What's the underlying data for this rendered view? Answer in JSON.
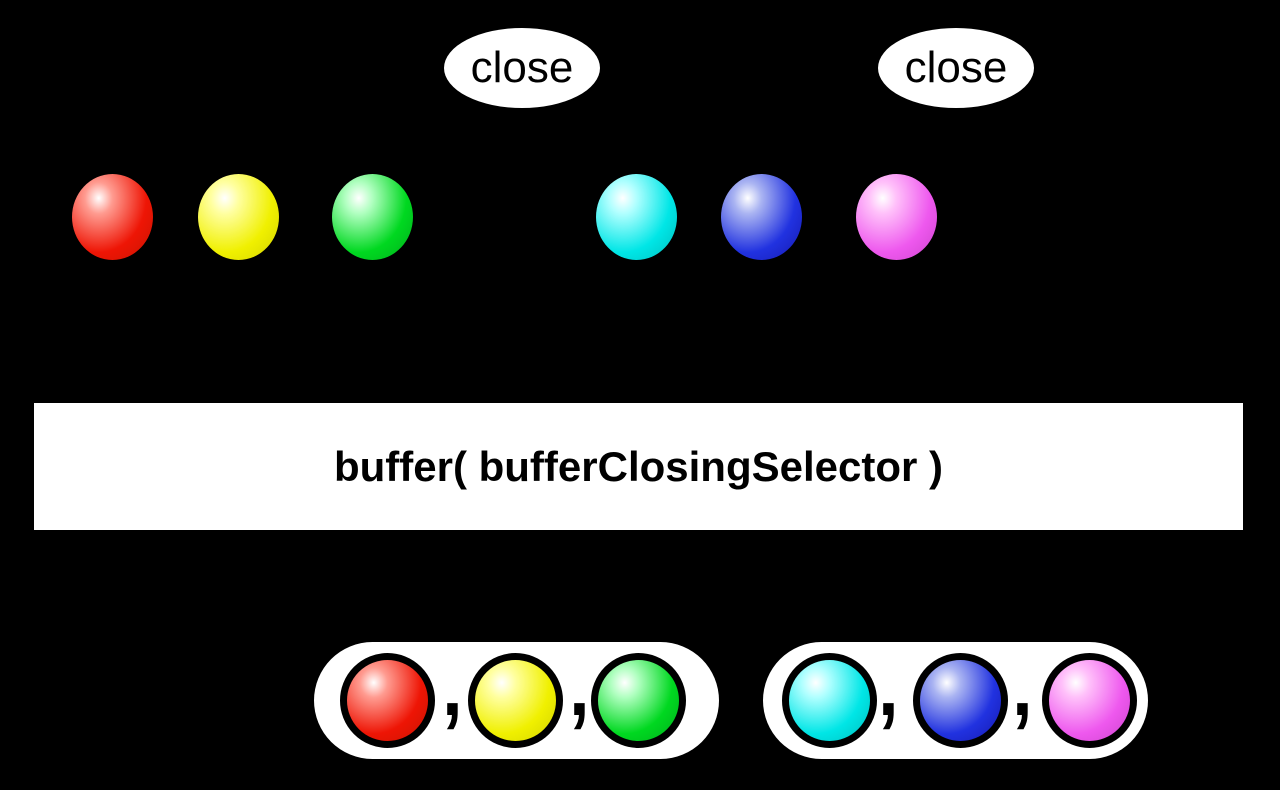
{
  "operator_box": {
    "label": "buffer( bufferClosingSelector )",
    "background": "#ffffff",
    "text_color": "#000000"
  },
  "closing_selector": {
    "events": [
      {
        "label": "close"
      },
      {
        "label": "close"
      }
    ]
  },
  "source_stream": {
    "marbles": [
      {
        "name": "red"
      },
      {
        "name": "yellow"
      },
      {
        "name": "green"
      },
      {
        "name": "cyan"
      },
      {
        "name": "blue"
      },
      {
        "name": "magenta"
      }
    ]
  },
  "output_stream": {
    "separator": ",",
    "buffers": [
      {
        "marbles": [
          "red",
          "yellow",
          "green"
        ]
      },
      {
        "marbles": [
          "cyan",
          "blue",
          "magenta"
        ]
      }
    ]
  },
  "colors": {
    "background": "#000000",
    "container_fill": "#ffffff",
    "outline": "#000000",
    "red": {
      "light": "#ff9b90",
      "main": "#ee1505",
      "dark": "#c81400"
    },
    "yellow": {
      "light": "#ffffa0",
      "main": "#f0f000",
      "dark": "#d2d200"
    },
    "green": {
      "light": "#b0ffc0",
      "main": "#00d820",
      "dark": "#00ae1c"
    },
    "cyan": {
      "light": "#b0ffff",
      "main": "#00e6e6",
      "dark": "#00bcbc"
    },
    "blue": {
      "light": "#aab4f2",
      "main": "#2132e0",
      "dark": "#1518ae"
    },
    "magenta": {
      "light": "#ffc0fa",
      "main": "#ee58ee",
      "dark": "#cc42cc"
    }
  }
}
